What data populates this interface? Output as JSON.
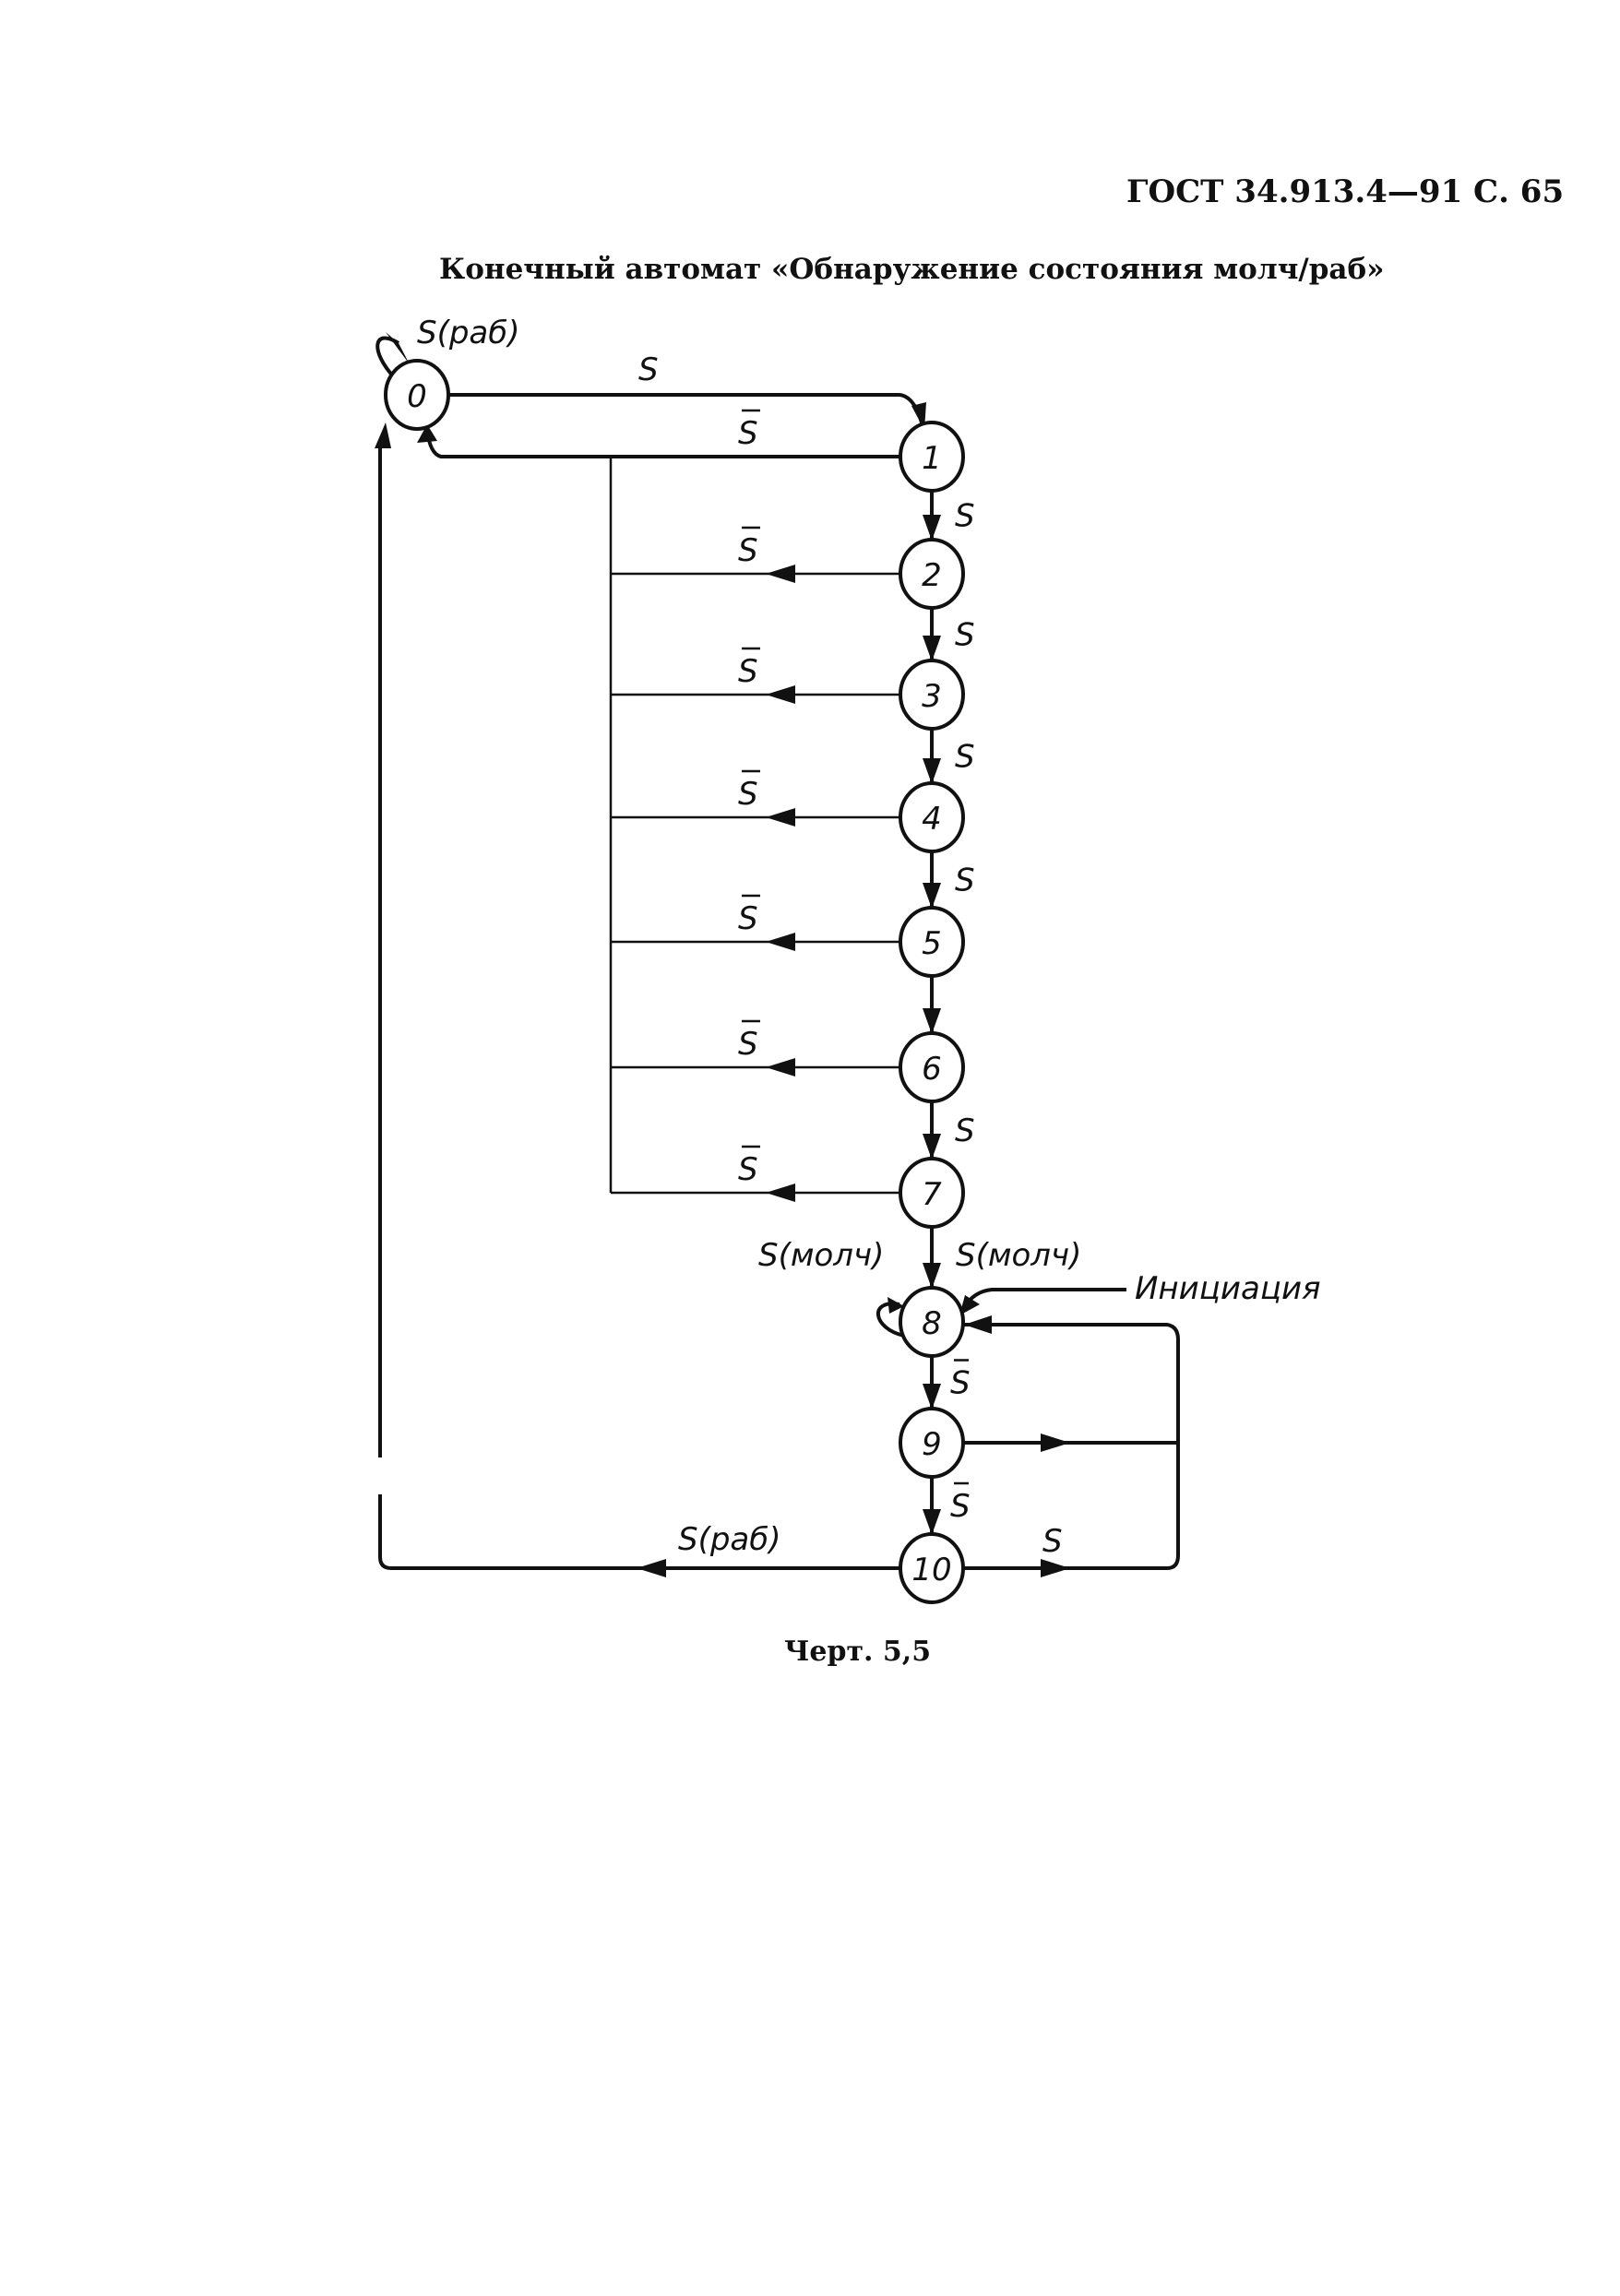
{
  "header": "ГОСТ 34.913.4—91 С. 65",
  "title": "Конечный автомат «Обнаружение состояния молч/раб»",
  "caption": "Черт. 5,5",
  "nodes": [
    "0",
    "1",
    "2",
    "3",
    "4",
    "5",
    "6",
    "7",
    "8",
    "9",
    "10"
  ],
  "labels": {
    "s": "S",
    "s_bar": "S",
    "s_rab": "S(раб)",
    "s_molch": "S(молч)",
    "init": "Инициация"
  }
}
